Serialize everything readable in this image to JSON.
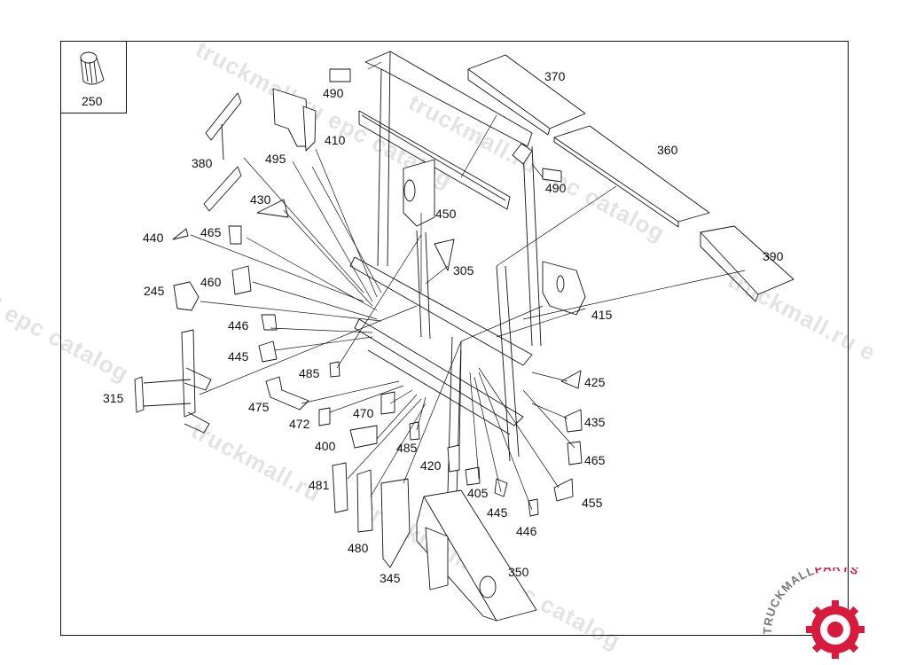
{
  "watermarks": {
    "a": "truckmall.ru epc catalog",
    "b": "truckmall.ru epc catalog",
    "c": "l epc catalog",
    "d": "truckmall.ru",
    "e": "truckmall.ru e",
    "f": "truckmall.ru epc catalog"
  },
  "inset_label": "250",
  "labels": {
    "p490a": "490",
    "p370": "370",
    "p410": "410",
    "p360": "360",
    "p380": "380",
    "p495": "495",
    "p490b": "490",
    "p430": "430",
    "p450": "450",
    "p440": "440",
    "p465a": "465",
    "p390": "390",
    "p305": "305",
    "p245": "245",
    "p460": "460",
    "p415": "415",
    "p446a": "446",
    "p445a": "445",
    "p485a": "485",
    "p425": "425",
    "p315": "315",
    "p475": "475",
    "p470": "470",
    "p435": "435",
    "p472": "472",
    "p400": "400",
    "p465b": "465",
    "p485b": "485",
    "p420": "420",
    "p481": "481",
    "p405": "405",
    "p455": "455",
    "p445b": "445",
    "p446b": "446",
    "p480": "480",
    "p350": "350",
    "p345": "345"
  },
  "logo": {
    "text": "TRUCKMALLPARTS",
    "accent": "#d81b3c"
  },
  "colors": {
    "line": "#111111",
    "watermark": "#e3e3e3"
  }
}
